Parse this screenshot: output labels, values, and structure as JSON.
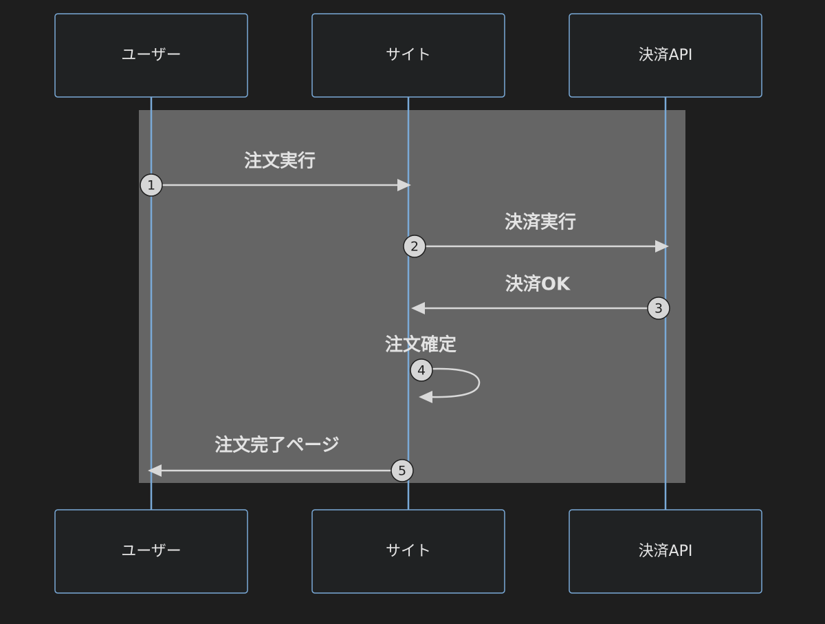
{
  "participants": [
    {
      "id": "user",
      "label": "ユーザー"
    },
    {
      "id": "site",
      "label": "サイト"
    },
    {
      "id": "payment",
      "label": "決済API"
    }
  ],
  "messages": [
    {
      "number": "1",
      "from": "user",
      "to": "site",
      "label": "注文実行"
    },
    {
      "number": "2",
      "from": "site",
      "to": "payment",
      "label": "決済実行"
    },
    {
      "number": "3",
      "from": "payment",
      "to": "site",
      "label": "決済OK"
    },
    {
      "number": "4",
      "from": "site",
      "to": "site",
      "label": "注文確定"
    },
    {
      "number": "5",
      "from": "site",
      "to": "user",
      "label": "注文完了ページ"
    }
  ],
  "colors": {
    "background": "#1e1e1e",
    "actor_border": "#7aaad8",
    "lifeline": "#7aaad8",
    "highlight_box": "#656565",
    "arrow": "#d9d9d9",
    "badge_fill": "#d6d6d6"
  }
}
